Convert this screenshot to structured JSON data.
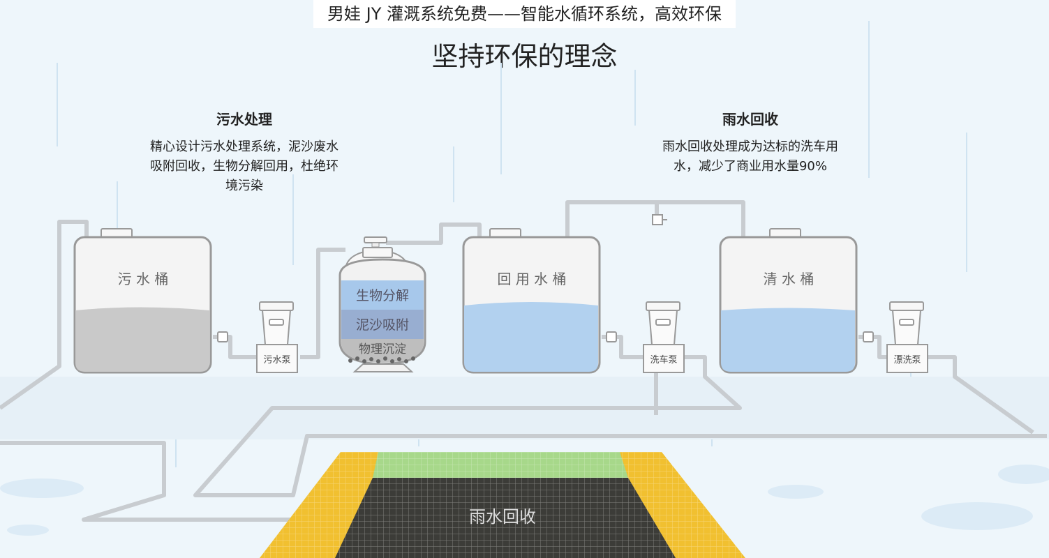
{
  "top_title": "男娃 JY 灌溉系统免费——智能水循环系统，高效环保",
  "main_title": "坚持环保的理念",
  "sections": {
    "sewage": {
      "heading": "污水处理",
      "desc_lines": [
        "精心设计污水处理系统，泥沙废水",
        "吸附回收，生物分解回用，杜绝环",
        "境污染"
      ]
    },
    "rainwater": {
      "heading": "雨水回收",
      "desc_lines": [
        "雨水回收处理成为达标的洗车用",
        "水，减少了商业用水量90%"
      ]
    }
  },
  "tanks": {
    "sewage_tank": {
      "label": "污 水 桶",
      "fill": "#c9c9c9",
      "level": 0.45
    },
    "reuse_tank": {
      "label": "回 用 水 桶",
      "fill": "#b2d1ef",
      "level": 0.52
    },
    "clean_tank": {
      "label": "清 水 桶",
      "fill": "#b2d1ef",
      "level": 0.45
    }
  },
  "pumps": {
    "sewage_pump": "污水泵",
    "wash_pump": "洗车泵",
    "rinse_pump": "漂洗泵"
  },
  "filter": {
    "layers": [
      "生物分解",
      "泥沙吸附",
      "物理沉淀"
    ],
    "colors": [
      "#a7c8eb",
      "#98aed1",
      "#bebebe"
    ]
  },
  "collector": {
    "label": "雨水回收",
    "colors": {
      "border": "#f1c030",
      "top": "#a7d88a",
      "center": "#3c3c38"
    }
  },
  "colors": {
    "background": "#eef6fb",
    "pipe": "#c8ccd0",
    "tank_stroke": "#999999"
  }
}
